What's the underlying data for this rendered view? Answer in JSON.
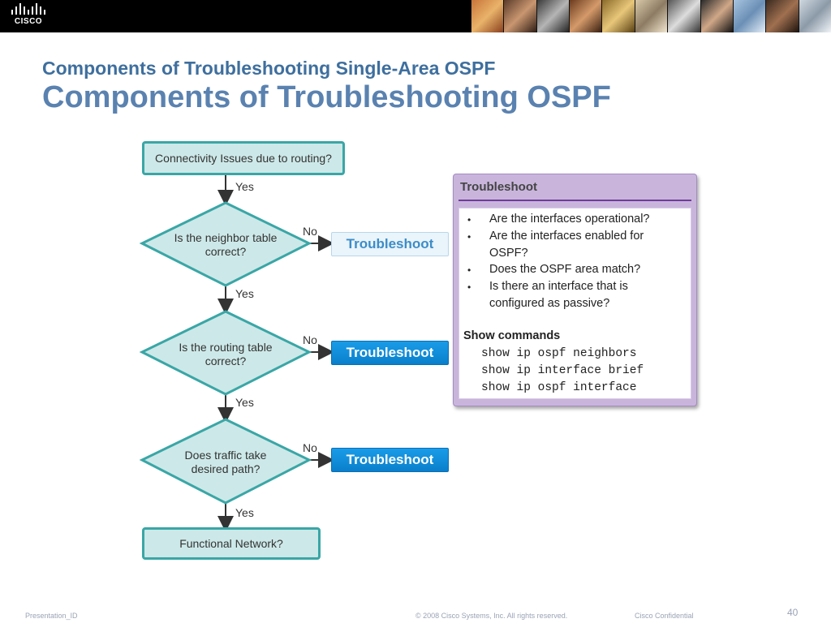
{
  "header": {
    "logo_text": "CISCO"
  },
  "slide": {
    "subtitle": "Components of Troubleshooting Single-Area OSPF",
    "title": "Components of Troubleshooting OSPF"
  },
  "flowchart": {
    "start": "Connectivity Issues due to routing?",
    "decisions": [
      {
        "line1": "Is the neighbor table",
        "line2": "correct?",
        "no_label": "No",
        "yes_label": "Yes",
        "button": "Troubleshoot"
      },
      {
        "line1": "Is the routing table",
        "line2": "correct?",
        "no_label": "No",
        "yes_label": "Yes",
        "button": "Troubleshoot"
      },
      {
        "line1": "Does traffic take",
        "line2": "desired path?",
        "no_label": "No",
        "yes_label": "Yes",
        "button": "Troubleshoot"
      }
    ],
    "first_yes_label": "Yes",
    "end": "Functional Network?"
  },
  "panel": {
    "title": "Troubleshoot",
    "bullets": [
      {
        "text": "Are the interfaces operational?"
      },
      {
        "text": "Are the interfaces enabled for",
        "cont": "OSPF?"
      },
      {
        "text": "Does the OSPF area match?"
      },
      {
        "text": "Is there an interface that is",
        "cont": "configured as passive?"
      }
    ],
    "commands_heading": "Show commands",
    "commands": [
      "show ip ospf neighbors",
      "show ip interface brief",
      "show ip ospf interface"
    ]
  },
  "footer": {
    "presentation_id": "Presentation_ID",
    "copyright": "© 2008 Cisco Systems, Inc. All rights reserved.",
    "confidential": "Cisco Confidential",
    "page_number": "40"
  },
  "colors": {
    "title_blue": "#3e6f9e",
    "teal_border": "#3aa6a6",
    "teal_fill": "#cde8e8",
    "button_blue": "#0a7fcc",
    "panel_purple": "#c9b5dc"
  }
}
